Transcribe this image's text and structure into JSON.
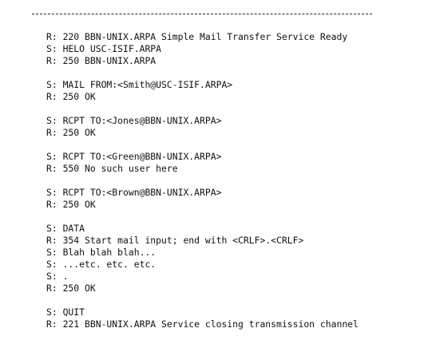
{
  "document": {
    "divider": "------------------------------------------------------------------------------",
    "transcript": [
      {
        "type": "line",
        "text": "R: 220 BBN-UNIX.ARPA Simple Mail Transfer Service Ready"
      },
      {
        "type": "line",
        "text": "S: HELO USC-ISIF.ARPA"
      },
      {
        "type": "line",
        "text": "R: 250 BBN-UNIX.ARPA"
      },
      {
        "type": "blank"
      },
      {
        "type": "line",
        "text": "S: MAIL FROM:<Smith@USC-ISIF.ARPA>"
      },
      {
        "type": "line",
        "text": "R: 250 OK"
      },
      {
        "type": "blank"
      },
      {
        "type": "line",
        "text": "S: RCPT TO:<Jones@BBN-UNIX.ARPA>"
      },
      {
        "type": "line",
        "text": "R: 250 OK"
      },
      {
        "type": "blank"
      },
      {
        "type": "line",
        "text": "S: RCPT TO:<Green@BBN-UNIX.ARPA>"
      },
      {
        "type": "line",
        "text": "R: 550 No such user here"
      },
      {
        "type": "blank"
      },
      {
        "type": "line",
        "text": "S: RCPT TO:<Brown@BBN-UNIX.ARPA>"
      },
      {
        "type": "line",
        "text": "R: 250 OK"
      },
      {
        "type": "blank"
      },
      {
        "type": "line",
        "text": "S: DATA"
      },
      {
        "type": "line",
        "text": "R: 354 Start mail input; end with <CRLF>.<CRLF>"
      },
      {
        "type": "line",
        "text": "S: Blah blah blah..."
      },
      {
        "type": "line",
        "text": "S: ...etc. etc. etc."
      },
      {
        "type": "line",
        "text": "S: ."
      },
      {
        "type": "line",
        "text": "R: 250 OK"
      },
      {
        "type": "blank"
      },
      {
        "type": "line",
        "text": "S: QUIT"
      },
      {
        "type": "line",
        "text": "R: 221 BBN-UNIX.ARPA Service closing transmission channel"
      }
    ]
  }
}
